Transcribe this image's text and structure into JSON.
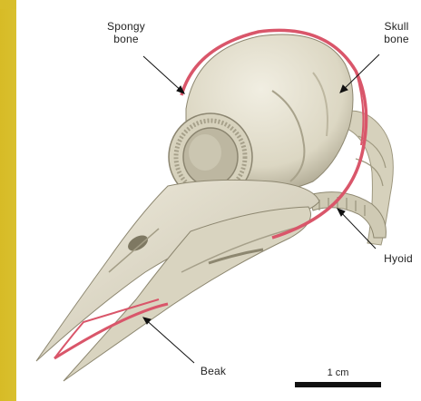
{
  "labels": {
    "spongy_bone": {
      "line1": "Spongy",
      "line2": "bone"
    },
    "skull_bone": {
      "line1": "Skull",
      "line2": "bone"
    },
    "hyoid": "Hyoid",
    "beak": "Beak"
  },
  "scale_bar": {
    "text": "1 cm"
  },
  "colors": {
    "bone": "#e6e2d2",
    "bone_shadow": "#b9b39e",
    "outline": "#d9566a",
    "frame": "#d9be2c"
  }
}
